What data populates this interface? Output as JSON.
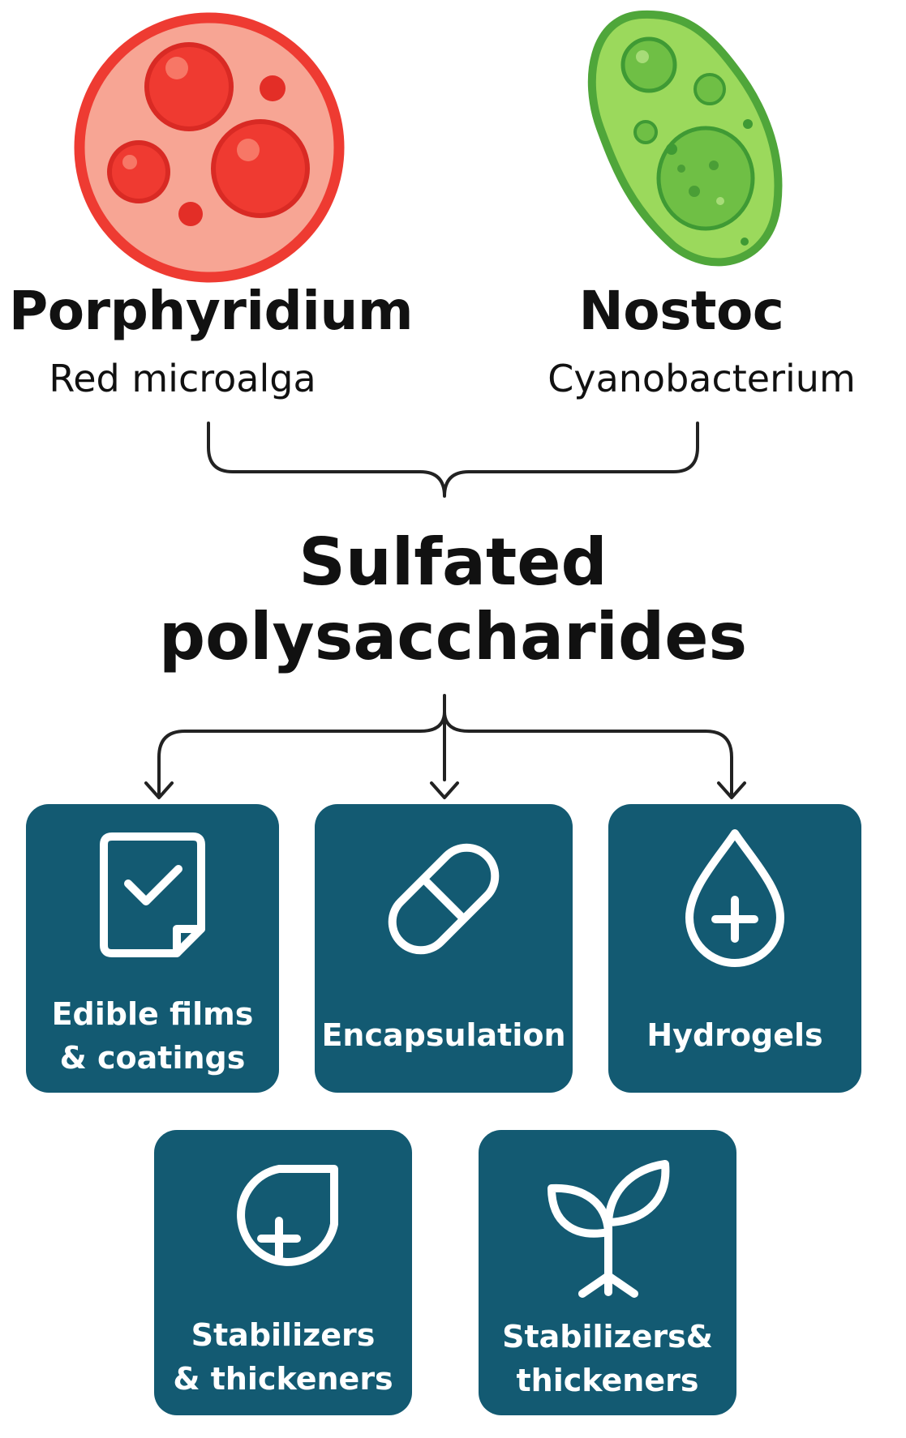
{
  "organisms": [
    {
      "name": "Porphyridium",
      "description": "Red microalga",
      "cell_color": "#ef3b36",
      "icon": "red-cell-icon"
    },
    {
      "name": "Nostoc",
      "description": "Cyanobacterium",
      "cell_color": "#6abf3f",
      "icon": "green-cell-icon"
    }
  ],
  "center": {
    "line1": "Sulfated",
    "line2": "polysaccharides"
  },
  "applications": [
    {
      "label": "Edible films\n& coatings",
      "icon": "document-check-icon"
    },
    {
      "label": "Encapsulation",
      "icon": "capsule-icon"
    },
    {
      "label": "Hydrogels",
      "icon": "drop-plus-icon"
    },
    {
      "label": "Stabilizers\n& thickeners",
      "icon": "leaf-drop-plus-icon"
    },
    {
      "label": "Stabilizers&\nthickeners",
      "icon": "sprout-icon"
    }
  ],
  "colors": {
    "card": "#135a72",
    "text": "#111111",
    "card_text": "#ffffff"
  }
}
